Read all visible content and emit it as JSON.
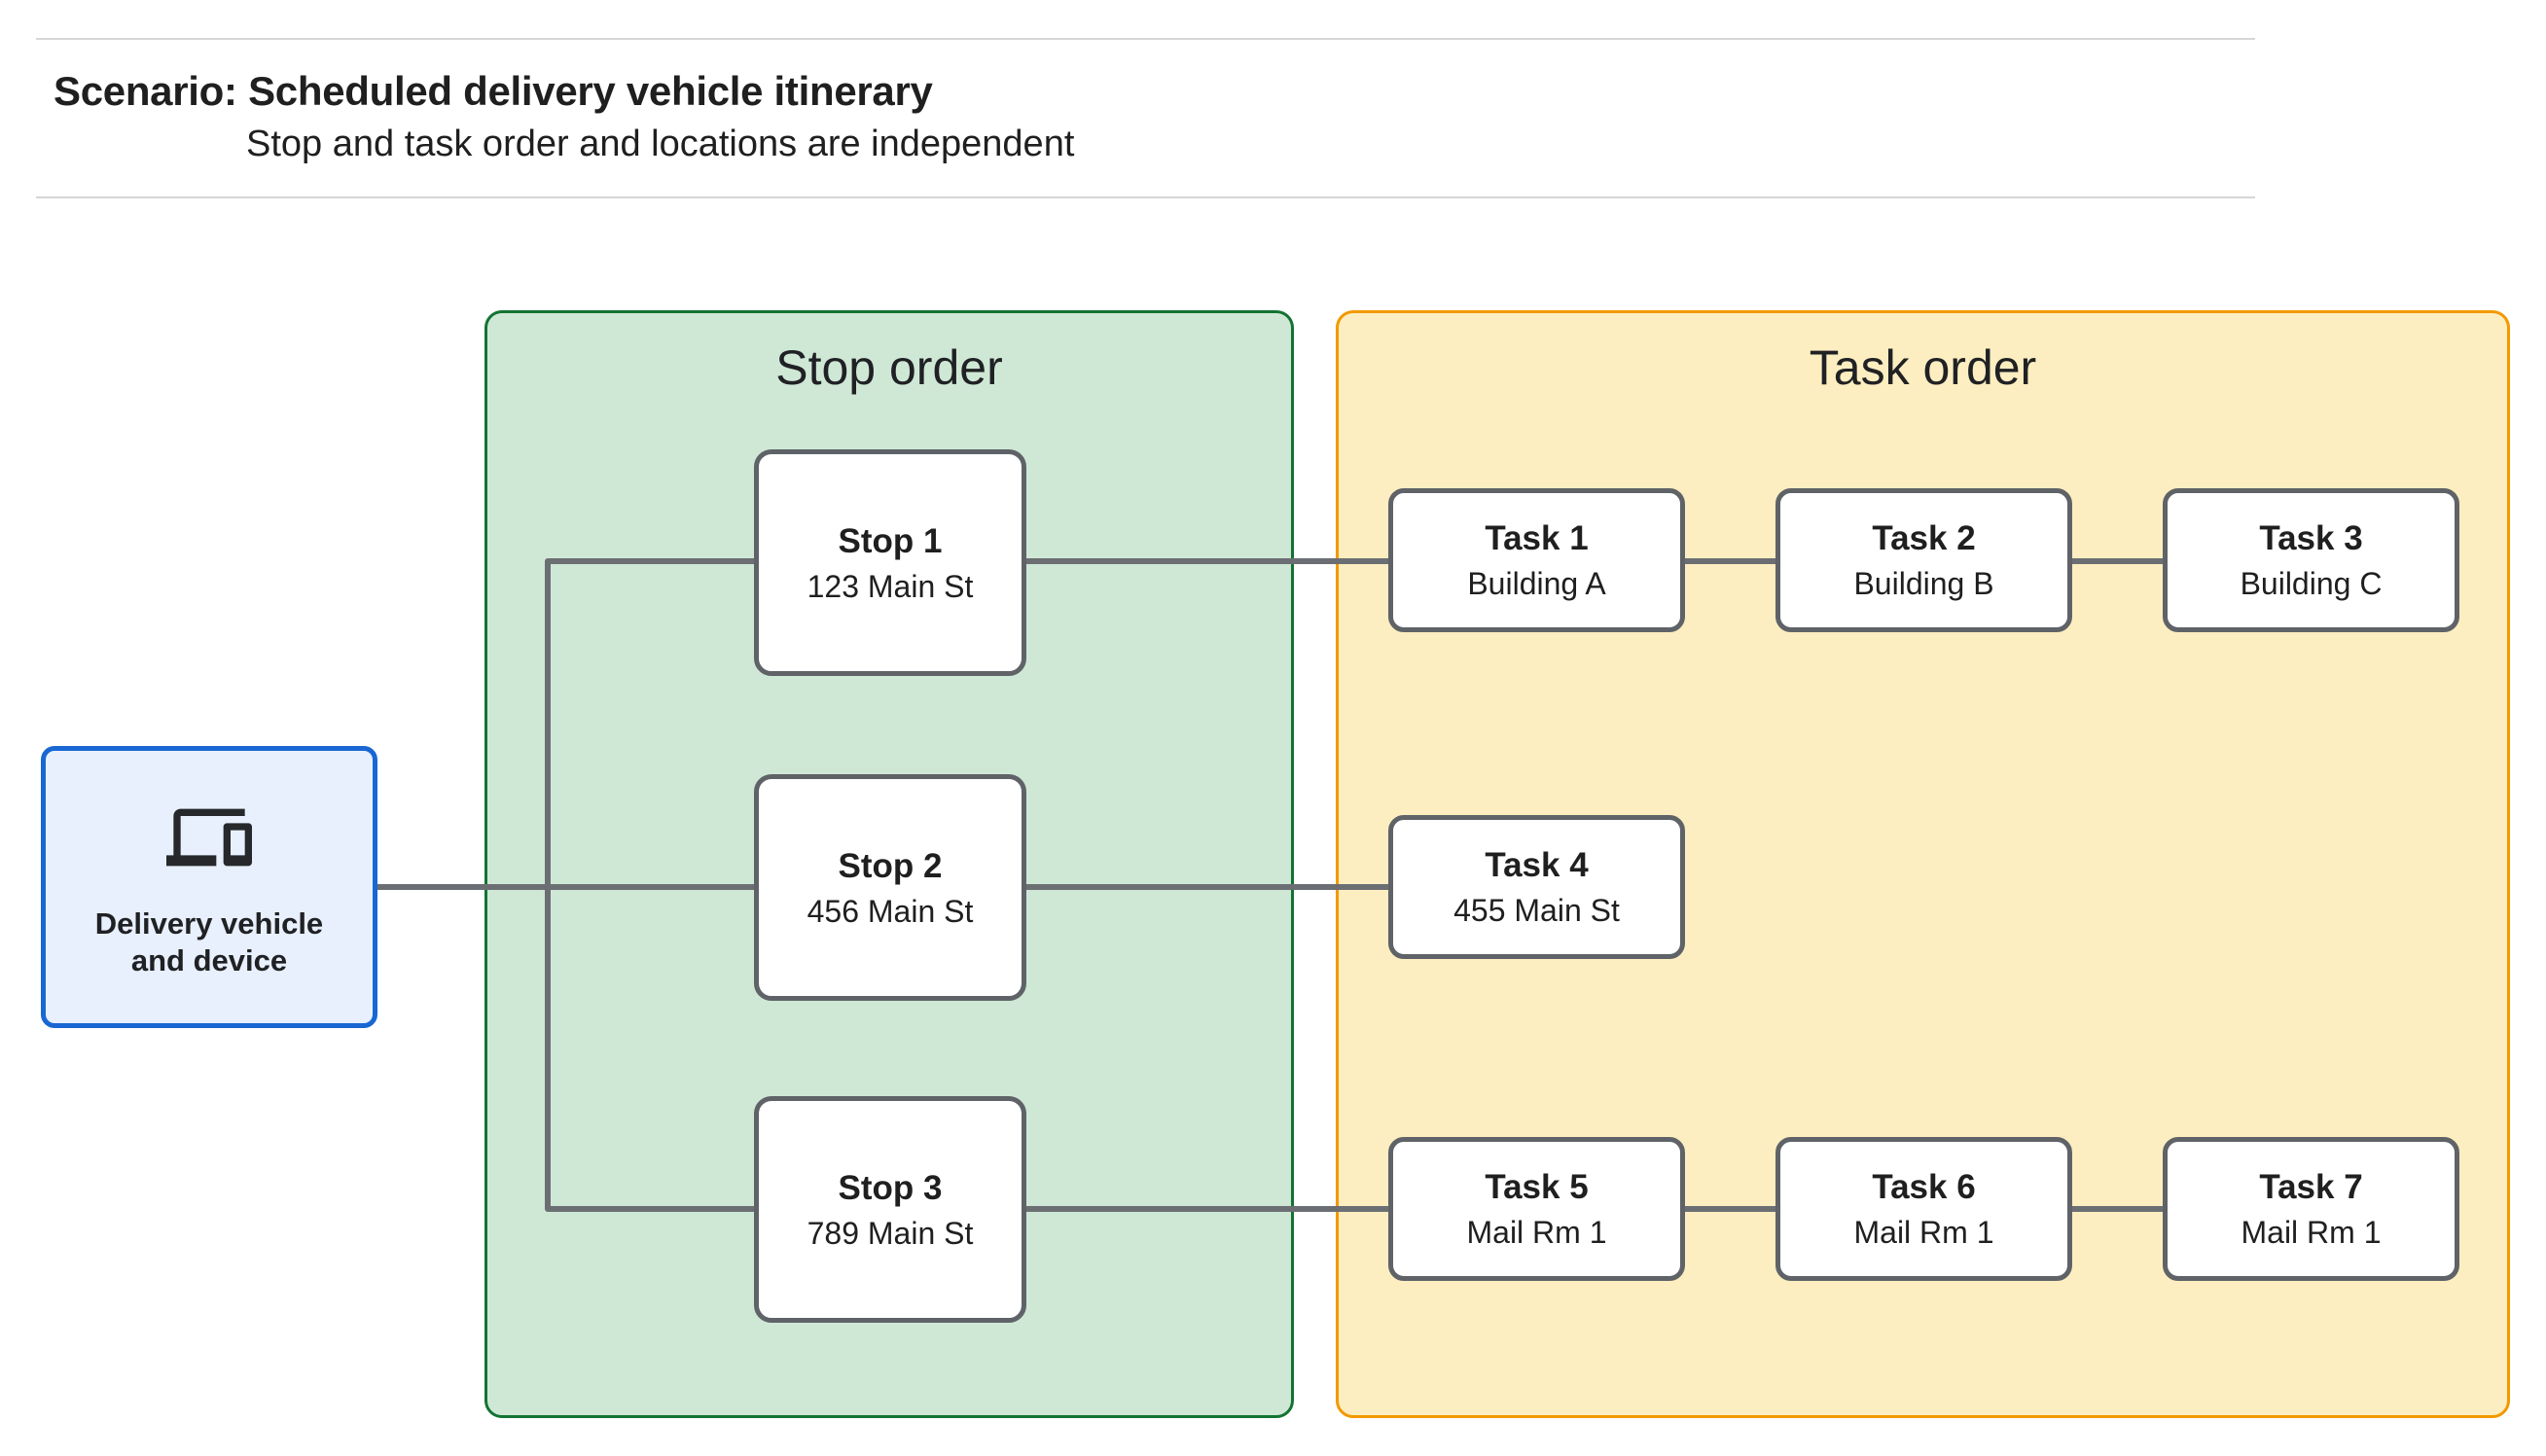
{
  "header": {
    "title": "Scenario: Scheduled delivery vehicle itinerary",
    "subtitle": "Stop and task order and locations are independent"
  },
  "device_node": {
    "icon": "devices-icon",
    "label_line1": "Delivery vehicle",
    "label_line2": "and device"
  },
  "panels": {
    "stop_order": {
      "title": "Stop order",
      "fill": "#CFE8D6",
      "border": "#137333",
      "stops": [
        {
          "title": "Stop 1",
          "subtitle": "123 Main St"
        },
        {
          "title": "Stop 2",
          "subtitle": "456 Main St"
        },
        {
          "title": "Stop 3",
          "subtitle": "789 Main St"
        }
      ]
    },
    "task_order": {
      "title": "Task order",
      "fill": "#FCEEC0",
      "border": "#F29900",
      "tasks": [
        {
          "title": "Task 1",
          "subtitle": "Building A"
        },
        {
          "title": "Task 2",
          "subtitle": "Building B"
        },
        {
          "title": "Task 3",
          "subtitle": "Building C"
        },
        {
          "title": "Task 4",
          "subtitle": "455 Main St"
        },
        {
          "title": "Task 5",
          "subtitle": "Mail Rm 1"
        },
        {
          "title": "Task 6",
          "subtitle": "Mail Rm 1"
        },
        {
          "title": "Task 7",
          "subtitle": "Mail Rm 1"
        }
      ]
    }
  },
  "connections": [
    "Delivery vehicle and device - Stop 1",
    "Delivery vehicle and device - Stop 2",
    "Delivery vehicle and device - Stop 3",
    "Stop 1 - Task 1",
    "Task 1 - Task 2",
    "Task 2 - Task 3",
    "Stop 2 - Task 4",
    "Stop 3 - Task 5",
    "Task 5 - Task 6",
    "Task 6 - Task 7"
  ],
  "colors": {
    "stop_panel_fill": "#CFE8D6",
    "stop_panel_border": "#137333",
    "task_panel_fill": "#FCEEC0",
    "task_panel_border": "#F29900",
    "device_fill": "#E8F0FE",
    "device_border": "#1967D2",
    "node_border": "#5F6368",
    "connector": "#6B6E72",
    "rule": "#D6D6D6",
    "text": "#1F1F1F"
  }
}
